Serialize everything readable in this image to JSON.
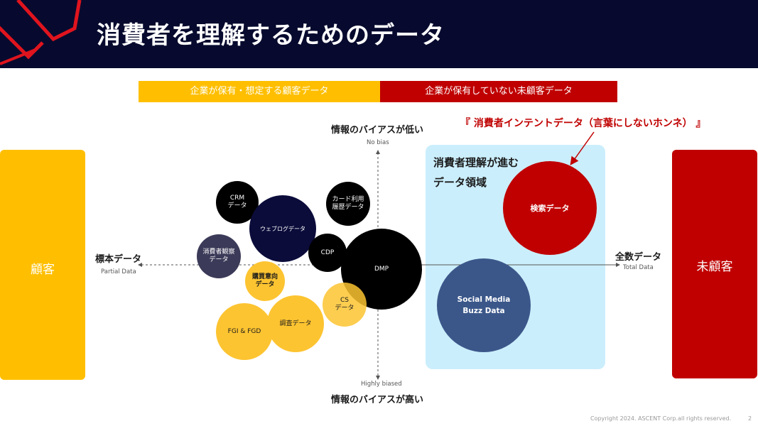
{
  "header": {
    "title": "消費者を理解するためのデータ"
  },
  "bands": {
    "left": "企業が保有・想定する顧客データ",
    "right": "企業が保有していない未顧客データ"
  },
  "panels": {
    "left": "顧客",
    "right": "未顧客"
  },
  "axes": {
    "top_title": "情報のバイアスが低い",
    "top_sub": "No bias",
    "bottom_title": "情報のバイアスが高い",
    "bottom_sub": "Highly biased",
    "left_title": "標本データ",
    "left_sub": "Partial Data",
    "right_title": "全数データ",
    "right_sub": "Total Data"
  },
  "blue_area": {
    "line1": "消費者理解が進む",
    "line2": "データ領域"
  },
  "intent_label": "『 消費者インテントデータ（言葉にしないホンネ） 』",
  "bubbles": {
    "crm": "CRM\nデータ",
    "card": "カード利用\n履歴データ",
    "web": "ウェブログデータ",
    "observe": "消費者観察\nデータ",
    "cdp": "CDP",
    "dmp": "DMP",
    "purchase": "購買意向\nデータ",
    "cs": "CS\nデータ",
    "fgi": "FGI & FGD",
    "survey": "調査データ",
    "search": "検索データ",
    "social": "Social Media\nBuzz Data"
  },
  "colors": {
    "navy": "#070a2e",
    "yellow": "#ffbf00",
    "red": "#c00000",
    "light_blue": "#cbeefc",
    "bubble_yellow": "#fdc431",
    "bubble_black": "#000000",
    "bubble_navy": "#0b0c3a",
    "bubble_slate": "#3b3a58",
    "bubble_blue": "#3b578a"
  },
  "footer": {
    "copyright": "Copyright 2024. ASCENT Corp.all rights reserved.",
    "page": "2"
  }
}
